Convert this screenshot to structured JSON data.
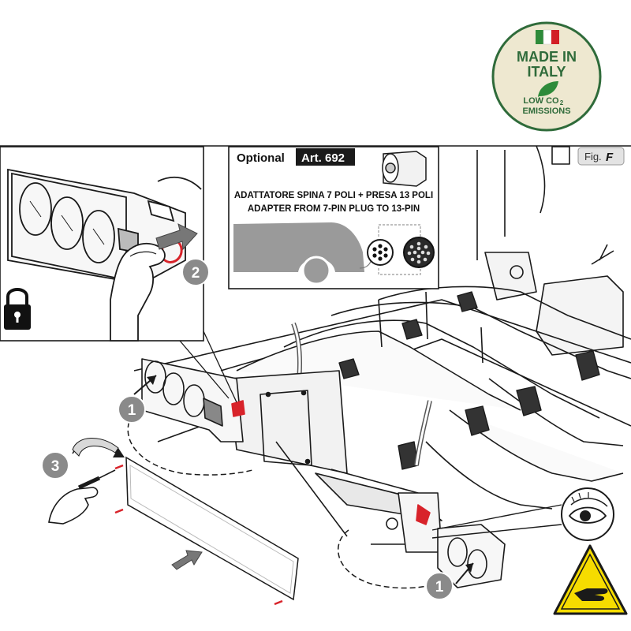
{
  "badge": {
    "line1": "MADE IN",
    "line2": "ITALY",
    "line3": "LOW CO",
    "line3_sub": "2",
    "line4": "EMISSIONS",
    "flag_colors": [
      "#2e8b3a",
      "#ffffff",
      "#d21f26"
    ],
    "ring_color": "#2f6b3a",
    "fill_color": "#eee8d0"
  },
  "fig_label": {
    "prefix": "Fig.",
    "letter": "F"
  },
  "optional_box": {
    "optional_label": "Optional",
    "art_label": "Art. 692",
    "line_it": "ADATTATORE SPINA 7 POLI + PRESA 13 POLI",
    "line_en": "ADAPTER FROM 7-PIN PLUG TO 13-PIN"
  },
  "steps": {
    "step1_top": "1",
    "step2": "2",
    "step3": "3",
    "step1_bottom": "1"
  },
  "icons": {
    "lock": "padlock-icon",
    "eye": "eye-icon",
    "warning": "hand-crush-warning-icon",
    "arrow": "direction-arrow-icon"
  },
  "colors": {
    "warning_yellow": "#f6dc00",
    "screw_red": "#d8232a",
    "ink": "#1a1a1a",
    "step_circle": "#8a8a8a"
  }
}
